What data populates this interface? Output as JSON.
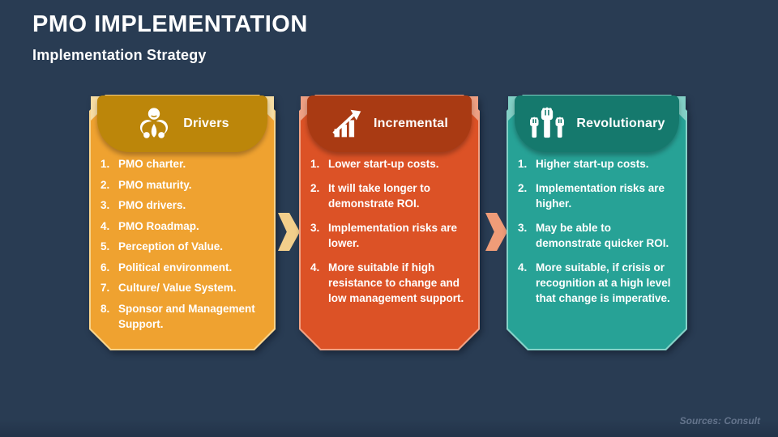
{
  "slide": {
    "title": "PMO IMPLEMENTATION",
    "subtitle": "Implementation Strategy",
    "source": "Sources: Consult",
    "background": "#293C53"
  },
  "cards": [
    {
      "title": "Drivers",
      "icon": "leadership-person-icon",
      "body_color": "#EFA230",
      "header_color": "#BC860A",
      "fold_color": "#F6DCA2",
      "border_color": "#F8D48C",
      "items": [
        "PMO charter.",
        "PMO maturity.",
        "PMO drivers.",
        "PMO Roadmap.",
        "Perception of Value.",
        "Political environment.",
        "Culture/ Value System.",
        "Sponsor and Management Support."
      ]
    },
    {
      "title": "Incremental",
      "icon": "growth-chart-icon",
      "body_color": "#DC5226",
      "header_color": "#A93A13",
      "fold_color": "#EC9F83",
      "border_color": "#F0A284",
      "items": [
        "Lower start-up costs.",
        "It will take longer to demonstrate ROI.",
        "Implementation risks are lower.",
        "More suitable if high resistance to change and low management support."
      ]
    },
    {
      "title": "Revolutionary",
      "icon": "raised-fists-icon",
      "body_color": "#27A296",
      "header_color": "#15796D",
      "fold_color": "#82CFC5",
      "border_color": "#85D2C8",
      "items": [
        "Higher start-up costs.",
        "Implementation risks are higher.",
        "May be able to demonstrate quicker ROI.",
        "More suitable, if crisis or recognition at a high level that change is imperative."
      ]
    }
  ],
  "arrows": [
    {
      "color": "#F2CE8B"
    },
    {
      "color": "#EF9C78"
    }
  ]
}
